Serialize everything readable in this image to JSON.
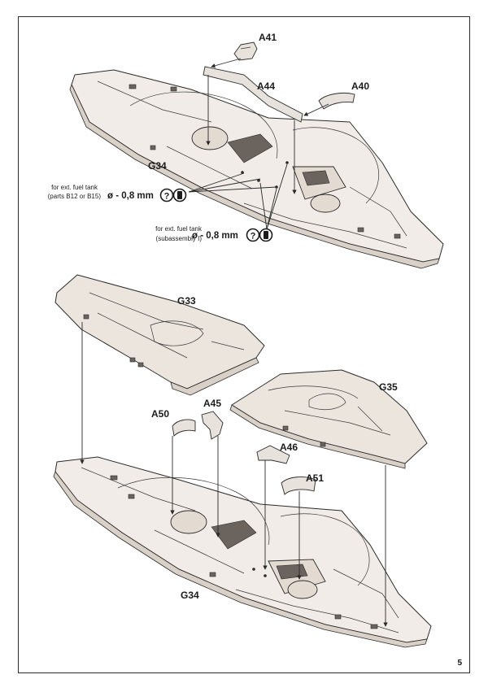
{
  "page_number": "5",
  "labels": {
    "a41": "A41",
    "a44": "A44",
    "a40": "A40",
    "g34_top": "G34",
    "g33": "G33",
    "g35": "G35",
    "a50": "A50",
    "a45": "A45",
    "a46": "A46",
    "a51": "A51",
    "g34_bottom": "G34"
  },
  "notes": {
    "fuel_tank_1_line1": "for ext. fuel tank",
    "fuel_tank_1_line2": "(parts B12 or B15)",
    "drill_1": "ø - 0,8 mm",
    "fuel_tank_2_line1": "for ext. fuel tank",
    "fuel_tank_2_line2": "(subassembly I)",
    "drill_2": "ø - 0,8 mm"
  },
  "icons": {
    "question": "?",
    "drill": "drill-icon"
  }
}
